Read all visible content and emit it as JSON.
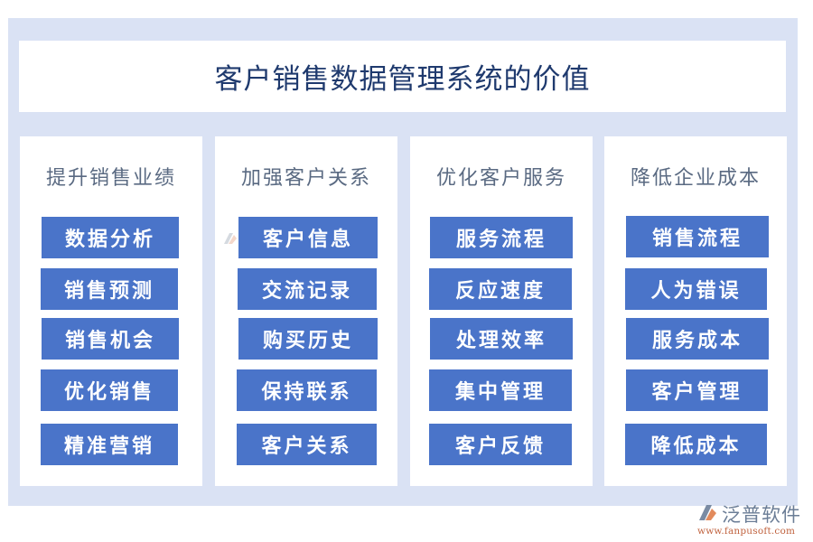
{
  "title": "客户销售数据管理系统的价值",
  "colors": {
    "outer_background": "#dae2f4",
    "panel_background": "#ffffff",
    "title_text": "#1f3a6e",
    "heading_text": "#5a6a82",
    "button_fill": "#4a74c9",
    "button_text": "#ffffff"
  },
  "columns": [
    {
      "heading": "提升销售业绩",
      "items": [
        "数据分析",
        "销售预测",
        "销售机会",
        "优化销售",
        "精准营销"
      ]
    },
    {
      "heading": "加强客户关系",
      "items": [
        "客户信息",
        "交流记录",
        "购买历史",
        "保持联系",
        "客户关系"
      ]
    },
    {
      "heading": "优化客户服务",
      "items": [
        "服务流程",
        "反应速度",
        "处理效率",
        "集中管理",
        "客户反馈"
      ]
    },
    {
      "heading": "降低企业成本",
      "items": [
        "销售流程",
        "人为错误",
        "服务成本",
        "客户管理",
        "降低成本"
      ]
    }
  ],
  "brand": {
    "name": "泛普软件",
    "url": "www.fanpusoft.com",
    "logo_icon": "fanpu-logo-icon"
  }
}
